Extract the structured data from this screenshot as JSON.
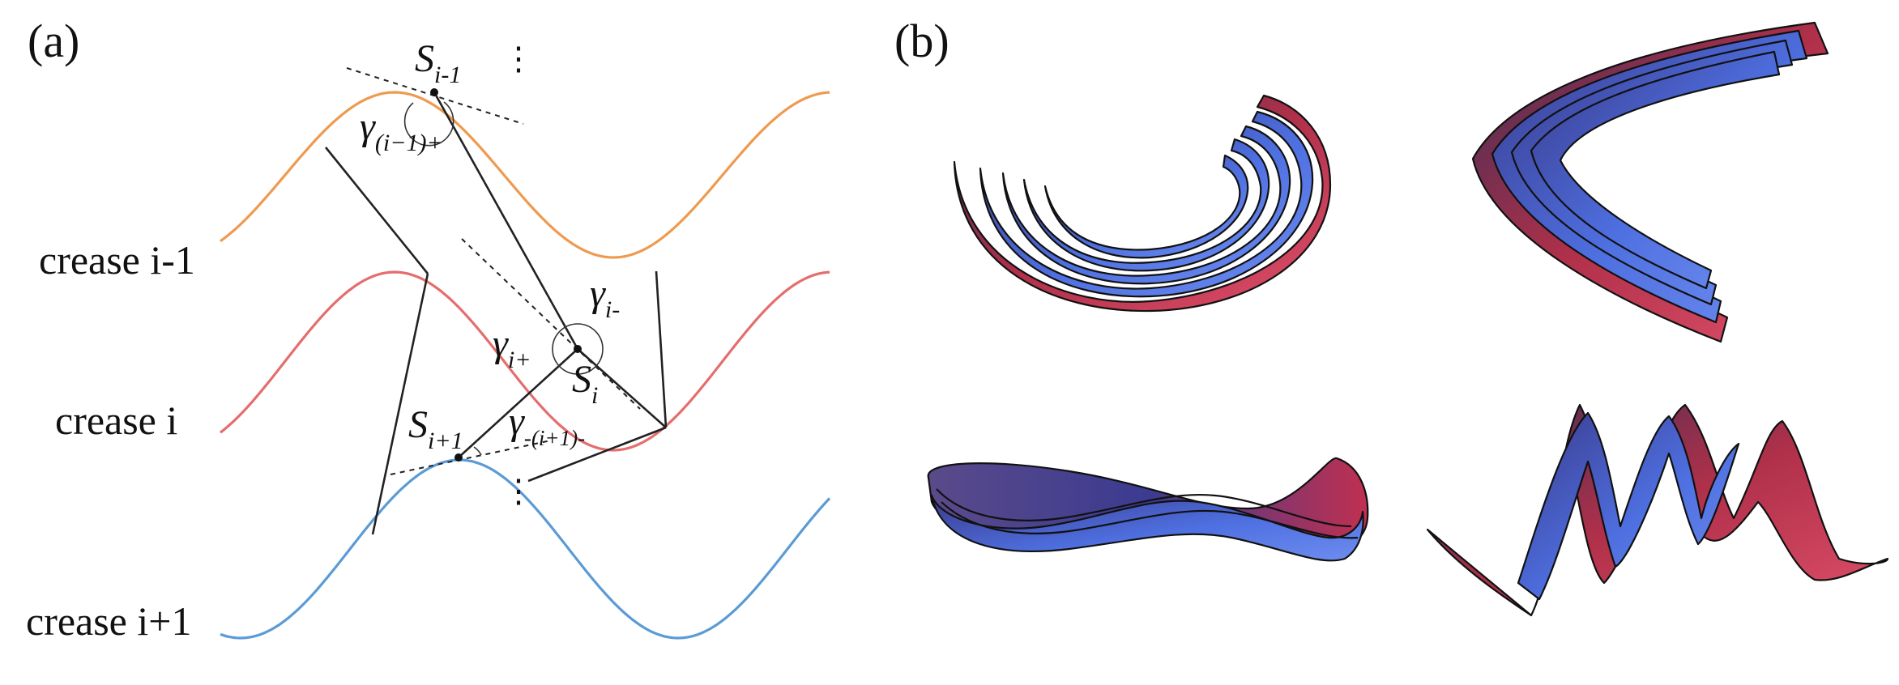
{
  "panels": {
    "a_label": "(a)",
    "b_label": "(b)"
  },
  "creases": [
    {
      "label": "crease i-1",
      "color": "#ee9a4f"
    },
    {
      "label": "crease i",
      "color": "#e56d6d"
    },
    {
      "label": "crease i+1",
      "color": "#5b9bd5"
    }
  ],
  "points": {
    "s_prev": {
      "main": "S",
      "sub": "i-1"
    },
    "s_i": {
      "main": "S",
      "sub": "i"
    },
    "s_next": {
      "main": "S",
      "sub": "i+1"
    }
  },
  "angles": {
    "gamma_prev_plus": {
      "main": "γ",
      "sub": "(i−1)+"
    },
    "gamma_i_minus": {
      "main": "γ",
      "sub": "i-"
    },
    "gamma_i_plus": {
      "main": "γ",
      "sub": "i+"
    },
    "gamma_next_minus": {
      "main": "γ",
      "sub": "-(i+1)-"
    }
  },
  "ellipsis": "⋮",
  "ribbon_colors": {
    "front": "#4e6fe0",
    "back": "#d93a55",
    "edge": "#111111"
  }
}
